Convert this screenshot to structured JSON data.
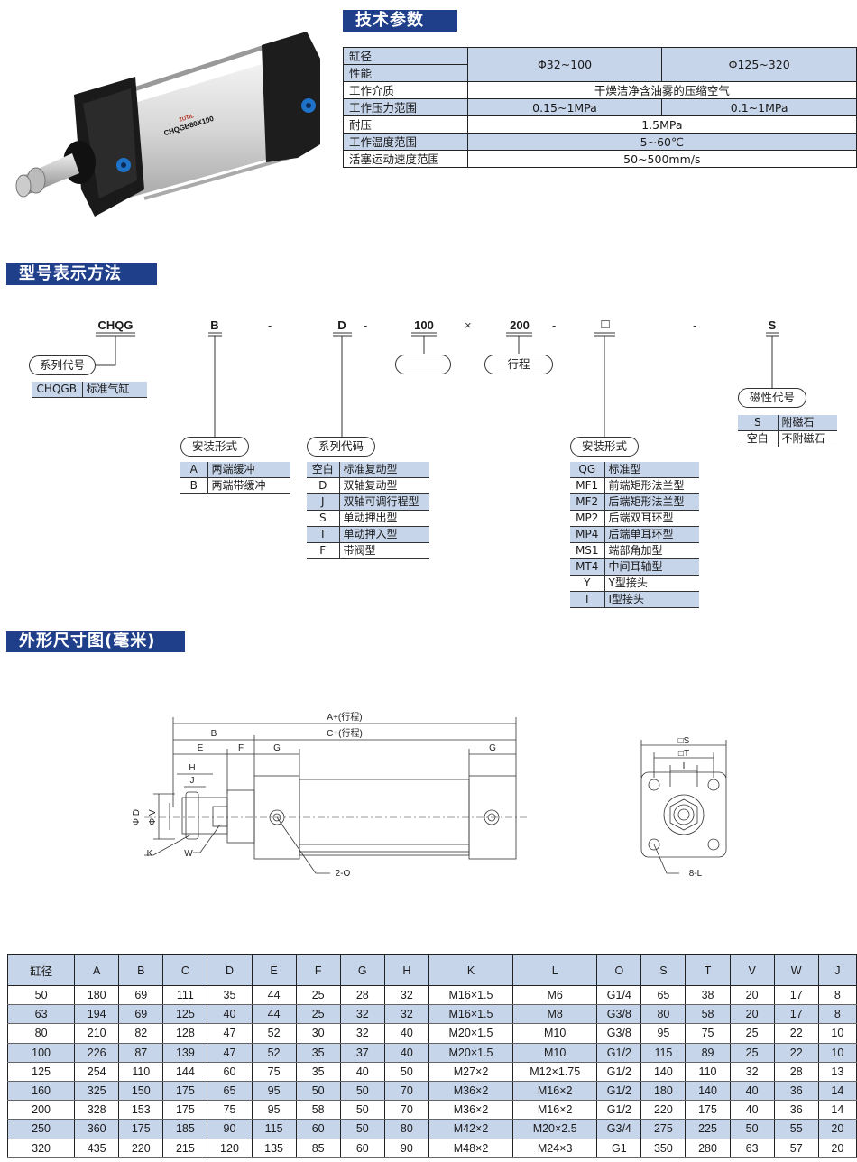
{
  "sections": {
    "spec_title": "技术参数",
    "model_title": "型号表示方法",
    "dim_title": "外形尺寸图(毫米)"
  },
  "product_label": "CHQGB80X100",
  "spec": {
    "row1_label": "缸径",
    "row2_label": "性能",
    "col1": "Φ32~100",
    "col2": "Φ125~320",
    "medium_label": "工作介质",
    "medium": "干燥洁净含油雾的压缩空气",
    "pressure_label": "工作压力范围",
    "pressure1": "0.15~1MPa",
    "pressure2": "0.1~1MPa",
    "proof_label": "耐压",
    "proof": "1.5MPa",
    "temp_label": "工作温度范围",
    "temp": "5~60℃",
    "speed_label": "活塞运动速度范围",
    "speed": "50~500mm/s"
  },
  "model": {
    "c1": "CHQG",
    "c2": "B",
    "c3": "D",
    "c4": "100",
    "c5": "200",
    "c6": "□",
    "c7": "S",
    "dash": "-",
    "times": "×",
    "series_code": "系列代号",
    "series_table": {
      "k": "CHQGB",
      "v": "标准气缸"
    },
    "bore_pill": "",
    "stroke_pill": "行程",
    "magnet_label": "磁性代号",
    "magnet_table": [
      {
        "k": "S",
        "v": "附磁石"
      },
      {
        "k": "空白",
        "v": "不附磁石"
      }
    ],
    "mount_label": "安装形式",
    "mount_table": [
      {
        "k": "A",
        "v": "两端缓冲"
      },
      {
        "k": "B",
        "v": "两端带缓冲"
      }
    ],
    "type_label": "系列代码",
    "type_table": [
      {
        "k": "空白",
        "v": "标准复动型"
      },
      {
        "k": "D",
        "v": "双轴复动型"
      },
      {
        "k": "J",
        "v": "双轴可调行程型"
      },
      {
        "k": "S",
        "v": "单动押出型"
      },
      {
        "k": "T",
        "v": "单动押入型"
      },
      {
        "k": "F",
        "v": "带阀型"
      }
    ],
    "mount2_label": "安装形式",
    "mount2_table": [
      {
        "k": "QG",
        "v": "标准型"
      },
      {
        "k": "MF1",
        "v": "前端矩形法兰型"
      },
      {
        "k": "MF2",
        "v": "后端矩形法兰型"
      },
      {
        "k": "MP2",
        "v": "后端双耳环型"
      },
      {
        "k": "MP4",
        "v": "后端单耳环型"
      },
      {
        "k": "MS1",
        "v": "端部角加型"
      },
      {
        "k": "MT4",
        "v": "中间耳轴型"
      },
      {
        "k": "Y",
        "v": "Y型接头"
      },
      {
        "k": "I",
        "v": "I型接头"
      }
    ]
  },
  "drawing": {
    "A": "A+(行程)",
    "B": "B",
    "C": "C+(行程)",
    "E": "E",
    "F": "F",
    "G": "G",
    "H": "H",
    "J": "J",
    "D": "Φ D",
    "V": "Φ V",
    "K": "K",
    "W": "W",
    "O": "2-O",
    "S": "□S",
    "T": "□T",
    "I": "I",
    "L": "8-L"
  },
  "dims": {
    "headers": [
      "缸径",
      "A",
      "B",
      "C",
      "D",
      "E",
      "F",
      "G",
      "H",
      "K",
      "L",
      "O",
      "S",
      "T",
      "V",
      "W",
      "J"
    ],
    "rows": [
      [
        "50",
        "180",
        "69",
        "111",
        "35",
        "44",
        "25",
        "28",
        "32",
        "M16×1.5",
        "M6",
        "G1/4",
        "65",
        "38",
        "20",
        "17",
        "8"
      ],
      [
        "63",
        "194",
        "69",
        "125",
        "40",
        "44",
        "25",
        "32",
        "32",
        "M16×1.5",
        "M8",
        "G3/8",
        "80",
        "58",
        "20",
        "17",
        "8"
      ],
      [
        "80",
        "210",
        "82",
        "128",
        "47",
        "52",
        "30",
        "32",
        "40",
        "M20×1.5",
        "M10",
        "G3/8",
        "95",
        "75",
        "25",
        "22",
        "10"
      ],
      [
        "100",
        "226",
        "87",
        "139",
        "47",
        "52",
        "35",
        "37",
        "40",
        "M20×1.5",
        "M10",
        "G1/2",
        "115",
        "89",
        "25",
        "22",
        "10"
      ],
      [
        "125",
        "254",
        "110",
        "144",
        "60",
        "75",
        "35",
        "40",
        "50",
        "M27×2",
        "M12×1.75",
        "G1/2",
        "140",
        "110",
        "32",
        "28",
        "13"
      ],
      [
        "160",
        "325",
        "150",
        "175",
        "65",
        "95",
        "50",
        "50",
        "70",
        "M36×2",
        "M16×2",
        "G1/2",
        "180",
        "140",
        "40",
        "36",
        "14"
      ],
      [
        "200",
        "328",
        "153",
        "175",
        "75",
        "95",
        "58",
        "50",
        "70",
        "M36×2",
        "M16×2",
        "G1/2",
        "220",
        "175",
        "40",
        "36",
        "14"
      ],
      [
        "250",
        "360",
        "175",
        "185",
        "90",
        "115",
        "60",
        "50",
        "80",
        "M42×2",
        "M20×2.5",
        "G3/4",
        "275",
        "225",
        "50",
        "55",
        "20"
      ],
      [
        "320",
        "435",
        "220",
        "215",
        "120",
        "135",
        "85",
        "60",
        "90",
        "M48×2",
        "M24×3",
        "G1",
        "350",
        "280",
        "63",
        "57",
        "20"
      ]
    ]
  }
}
